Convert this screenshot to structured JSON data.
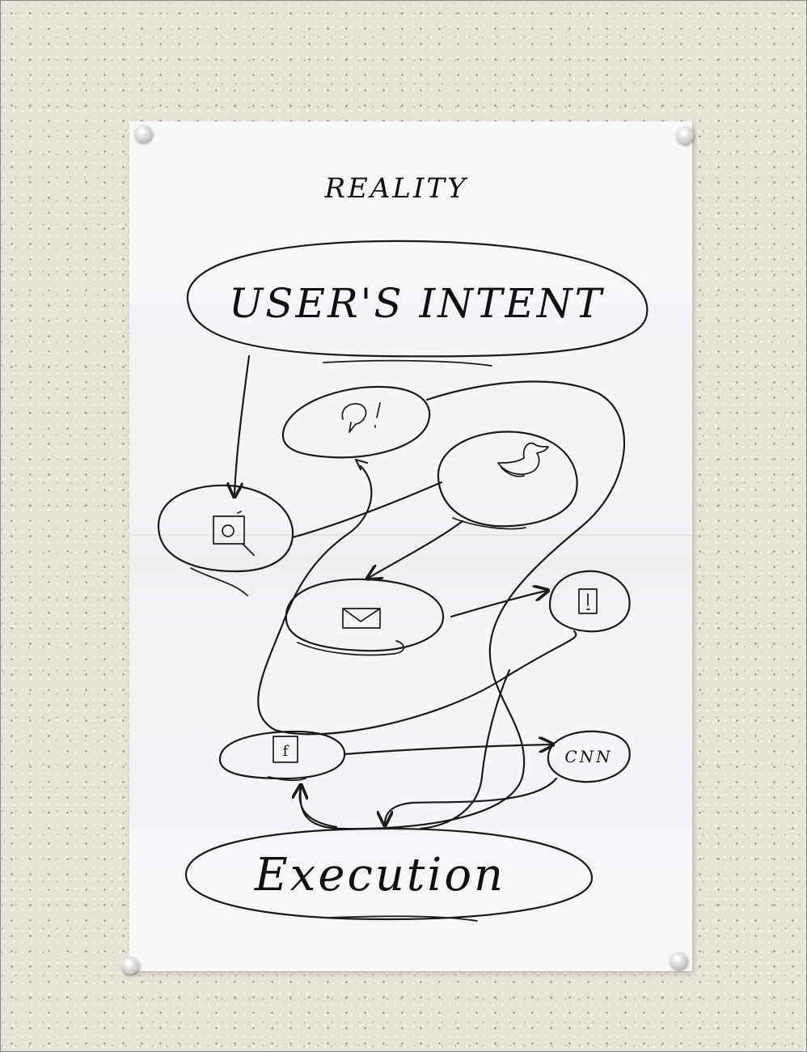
{
  "sketch": {
    "title": "REALITY",
    "top_label": "USER'S INTENT",
    "bottom_label": "Execution",
    "node_cnn": "CNN"
  },
  "icons": {
    "chat": "chat-bubble-exclamation-icon",
    "bird": "bird-icon",
    "camera": "camera-app-icon",
    "mail": "envelope-icon",
    "alert": "alert-exclamation-icon",
    "facebook": "facebook-icon",
    "facebook_glyph": "f"
  },
  "colors": {
    "wall": "#e6e2d6",
    "paper": "#f5f4f7",
    "ink": "#1a1a1a"
  }
}
